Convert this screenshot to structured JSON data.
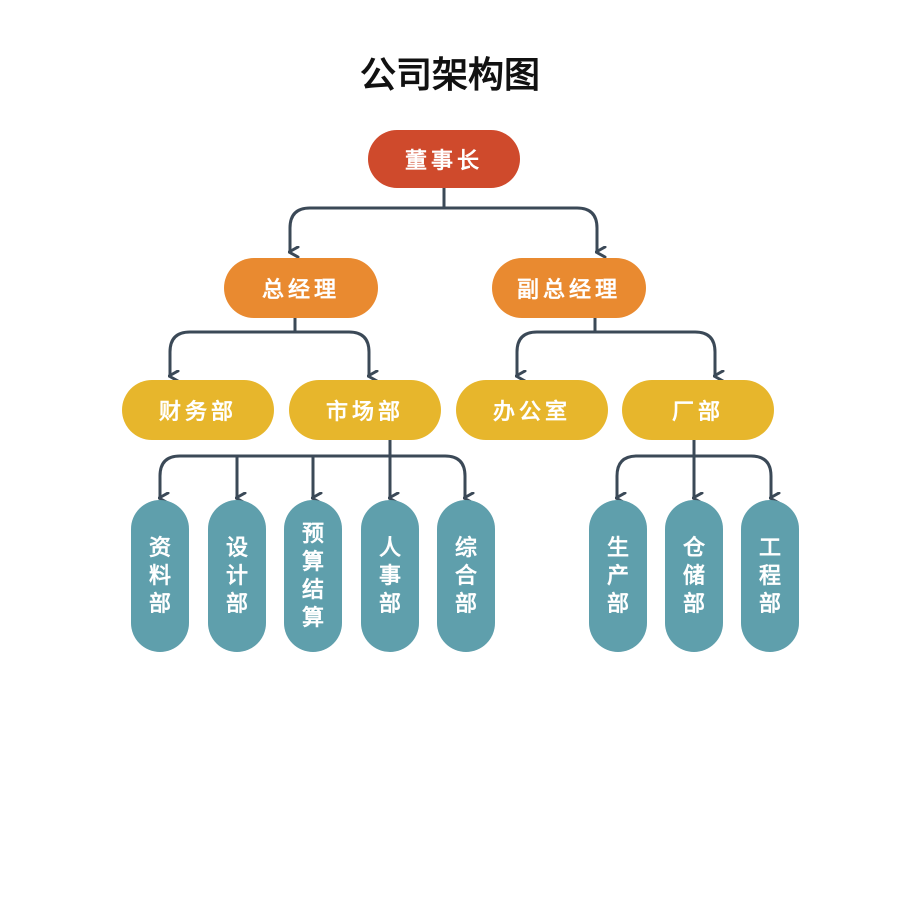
{
  "title": "公司架构图",
  "colors": {
    "level1": "#cf4a2c",
    "level2": "#e98a30",
    "level3": "#e7b62c",
    "level4": "#5f9fac",
    "connector": "#3b4957"
  },
  "org": {
    "chairman": "董事长",
    "managers": [
      {
        "label": "总经理",
        "departments": [
          {
            "label": "财务部",
            "units": []
          },
          {
            "label": "市场部",
            "units": [
              "资料部",
              "设计部",
              "预算结算",
              "人事部",
              "综合部"
            ]
          }
        ]
      },
      {
        "label": "副总经理",
        "departments": [
          {
            "label": "办公室",
            "units": []
          },
          {
            "label": "厂部",
            "units": [
              "生产部",
              "仓储部",
              "工程部"
            ]
          }
        ]
      }
    ]
  }
}
